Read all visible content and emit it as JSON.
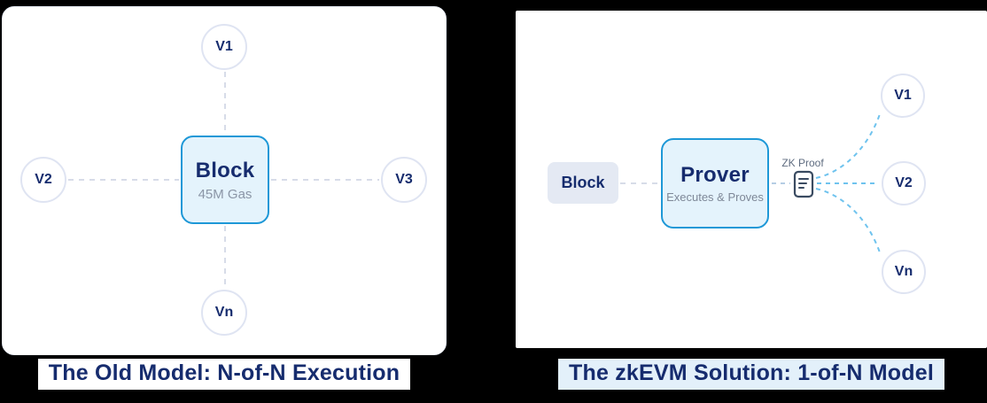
{
  "left_diagram": {
    "caption": "The Old Model: N-of-N Execution",
    "block": {
      "title": "Block",
      "subtitle": "45M Gas"
    },
    "validators": {
      "top": "V1",
      "left": "V2",
      "right": "V3",
      "bottom": "Vn"
    }
  },
  "right_diagram": {
    "caption": "The zkEVM Solution: 1-of-N Model",
    "block_label": "Block",
    "prover": {
      "title": "Prover",
      "subtitle": "Executes & Proves"
    },
    "zk_proof_label": "ZK Proof",
    "validators": {
      "top": "V1",
      "middle": "V2",
      "bottom": "Vn"
    }
  },
  "colors": {
    "background": "#000000",
    "panel_bg": "#ffffff",
    "navy": "#162c6e",
    "accent_blue_border": "#1e98d7",
    "accent_blue_fill": "#e4f3fc",
    "gray_box_fill": "#e4e9f3",
    "circle_border": "#dfe4f2",
    "gray_dash": "#d7dce8",
    "blue_gray_dash": "#b5cde4",
    "blue_dash": "#6fc3ee",
    "muted_text": "#8b96a6",
    "right_caption_bg": "#e3f0fa"
  }
}
